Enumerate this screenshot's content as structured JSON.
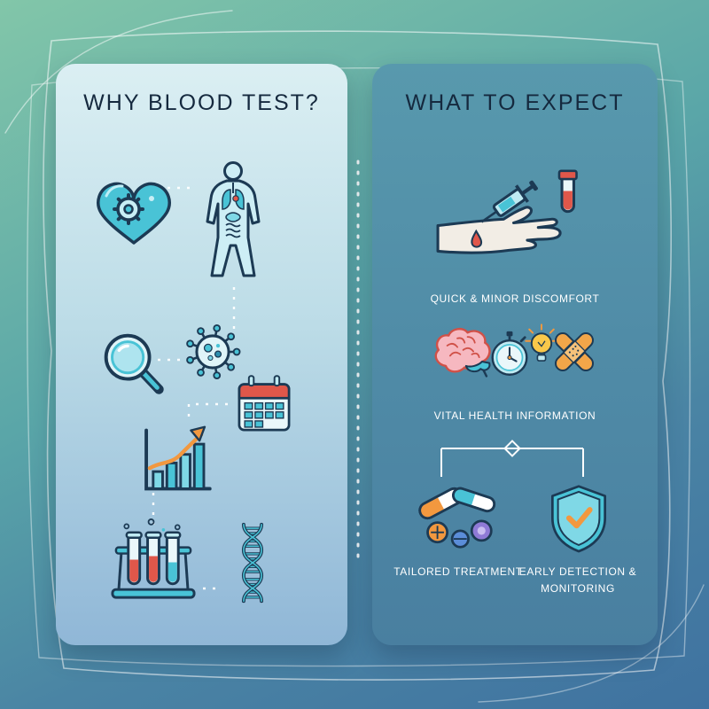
{
  "infographic": {
    "left_panel": {
      "title": "WHY BLOOD TEST?"
    },
    "right_panel": {
      "title": "WHAT TO EXPECT",
      "captions": {
        "discomfort": "QUICK & MINOR DISCOMFORT",
        "information": "VITAL HEALTH INFORMATION",
        "treatment": "TAILORED TREATMENT",
        "detection": "EARLY DETECTION & MONITORING"
      }
    },
    "icons": {
      "left": [
        "heart-gear-icon",
        "human-body-icon",
        "magnifier-icon",
        "virus-icon",
        "calendar-icon",
        "growth-chart-icon",
        "test-tubes-icon",
        "dna-icon"
      ],
      "right": [
        "blood-draw-icon",
        "brain-icon",
        "stopwatch-icon",
        "lightbulb-icon",
        "bandage-icon",
        "pills-icon",
        "shield-check-icon"
      ]
    },
    "colors": {
      "background_top_left": "#82c6a9",
      "background_bottom": "#3f72a0",
      "left_panel_top": "#dbeff3",
      "left_panel_bottom": "#90b7d7",
      "right_panel": "#4f8aa6",
      "outline": "#1c3a54",
      "accent_cyan": "#45bdd3",
      "accent_orange": "#f2983f",
      "accent_red": "#e0574a",
      "caption_text": "#ffffff",
      "title_text": "#15293e"
    }
  }
}
